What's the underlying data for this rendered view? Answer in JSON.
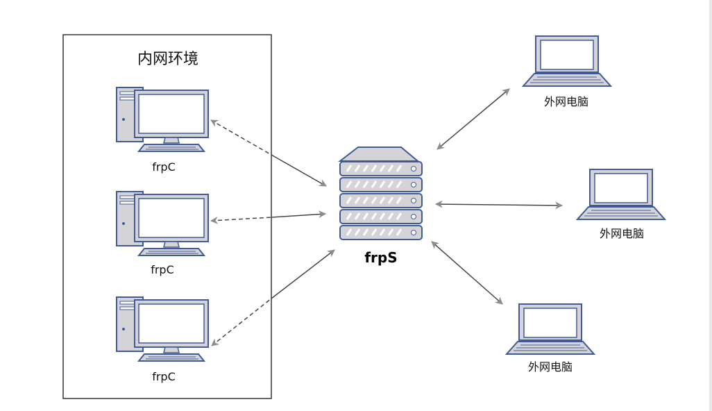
{
  "intranet": {
    "title": "内网环境",
    "clients": [
      {
        "label": "frpC"
      },
      {
        "label": "frpC"
      },
      {
        "label": "frpC"
      }
    ]
  },
  "server": {
    "label": "frpS"
  },
  "externals": [
    {
      "label": "外网电脑"
    },
    {
      "label": "外网电脑"
    },
    {
      "label": "外网电脑"
    }
  ],
  "colors": {
    "device_outline": "#3f5a96",
    "device_fill": "#d4d4d8",
    "screen_fill": "#ffffff",
    "arrow": "#444444",
    "arrowhead": "#8c8c8c",
    "box_border": "#333333"
  }
}
